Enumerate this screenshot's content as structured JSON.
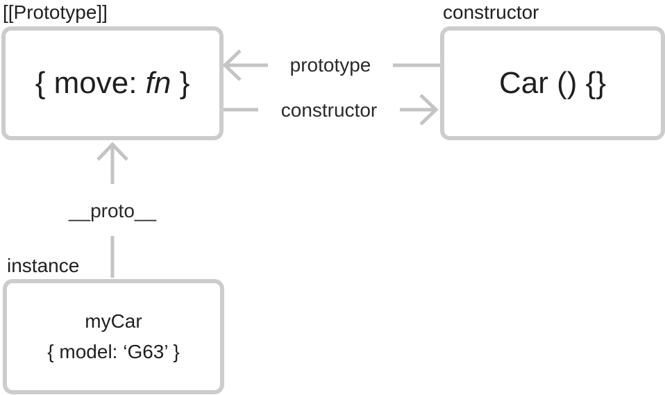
{
  "prototype_node": {
    "caption": "[[Prototype]]",
    "content_open": "{ move: ",
    "content_fn": "fn",
    "content_close": " }"
  },
  "constructor_node": {
    "caption": "constructor",
    "content": "Car () {}"
  },
  "instance_node": {
    "caption": "instance",
    "name": "myCar",
    "props": "{ model: ‘G63’ }"
  },
  "edges": {
    "prototype_label": "prototype",
    "constructor_label": "constructor",
    "proto_label": "__proto__"
  },
  "colors": {
    "border": "#cccccc",
    "arrow": "#c4c4c4",
    "text": "#1f1f1f"
  }
}
